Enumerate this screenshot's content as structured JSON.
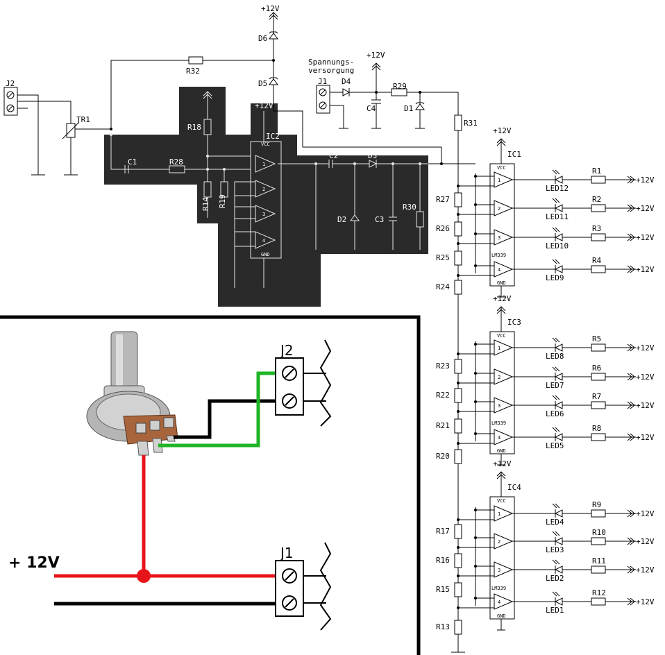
{
  "power": {
    "top_rail": "+12V",
    "supply_rail": "+12V",
    "ic1_rail": "+12V",
    "ic3_rail": "+12V",
    "ic4_rail": "+12V",
    "ic2_rail": "+12V"
  },
  "supply_label_line1": "Spannungs-",
  "supply_label_line2": "versorgung",
  "connectors": {
    "j1": "J1",
    "j2": "J2"
  },
  "components": {
    "tr1": "TR1",
    "r32": "R32",
    "d6": "D6",
    "d5": "D5",
    "d4": "D4",
    "c4": "C4",
    "r29": "R29",
    "d1": "D1",
    "r31": "R31",
    "r18": "R18",
    "ic2": "IC2",
    "c1": "C1",
    "r28": "R28",
    "r14": "R14",
    "r19": "R19",
    "c2": "C2",
    "d3": "D3",
    "d2": "D2",
    "c3": "C3",
    "r30": "R30",
    "r27": "R27",
    "r26": "R26",
    "r25": "R25",
    "r24": "R24",
    "r23": "R23",
    "r22": "R22",
    "r21": "R21",
    "r20": "R20",
    "r17": "R17",
    "r16": "R16",
    "r15": "R15",
    "r13": "R13"
  },
  "comparators": [
    {
      "ic": "IC1",
      "part": "LM339",
      "vcc": "VCC",
      "gnd": "GND",
      "channels": [
        {
          "n": "1",
          "led": "LED12",
          "r": "R1",
          "v": "+12V"
        },
        {
          "n": "2",
          "led": "LED11",
          "r": "R2",
          "v": "+12V"
        },
        {
          "n": "3",
          "led": "LED10",
          "r": "R3",
          "v": "+12V"
        },
        {
          "n": "4",
          "led": "LED9",
          "r": "R4",
          "v": "+12V"
        }
      ]
    },
    {
      "ic": "IC3",
      "part": "LM339",
      "vcc": "VCC",
      "gnd": "GND",
      "channels": [
        {
          "n": "1",
          "led": "LED8",
          "r": "R5",
          "v": "+12V"
        },
        {
          "n": "2",
          "led": "LED7",
          "r": "R6",
          "v": "+12V"
        },
        {
          "n": "3",
          "led": "LED6",
          "r": "R7",
          "v": "+12V"
        },
        {
          "n": "4",
          "led": "LED5",
          "r": "R8",
          "v": "+12V"
        }
      ]
    },
    {
      "ic": "IC4",
      "part": "LM339",
      "vcc": "VCC",
      "gnd": "GND",
      "channels": [
        {
          "n": "1",
          "led": "LED4",
          "r": "R9",
          "v": "+12V"
        },
        {
          "n": "2",
          "led": "LED3",
          "r": "R10",
          "v": "+12V"
        },
        {
          "n": "3",
          "led": "LED2",
          "r": "R11",
          "v": "+12V"
        },
        {
          "n": "4",
          "led": "LED1",
          "r": "R12",
          "v": "+12V"
        }
      ]
    }
  ],
  "ic2_opamps": [
    "1",
    "2",
    "3",
    "4"
  ],
  "ic2_pins": {
    "vcc": "VCC",
    "gnd": "GND"
  },
  "wiring_inset": {
    "supply_label": "+ 12V",
    "j1": "J1",
    "j2": "J2",
    "wire_colors": {
      "positive": "#e8141b",
      "ground": "#000000",
      "signal": "#1fb526"
    }
  }
}
